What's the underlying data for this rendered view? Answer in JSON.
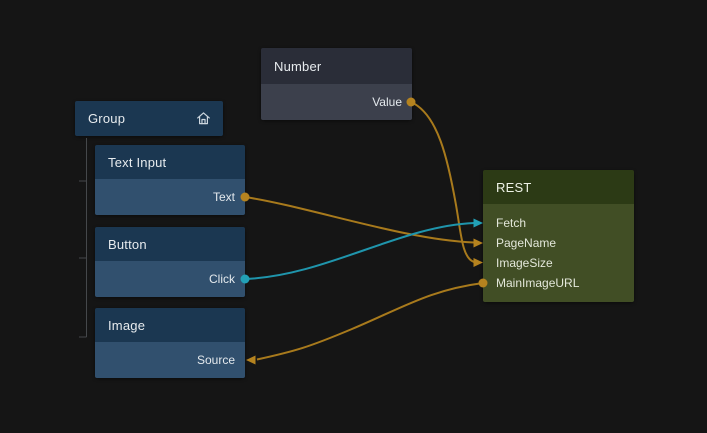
{
  "app": {
    "name": "Node graph canvas",
    "background": "#151515"
  },
  "colors": {
    "wire_orange": "#a87a1c",
    "wire_teal": "#1f95ac",
    "port_orange": "#b5831f",
    "port_teal": "#22a0b6",
    "node_blue_header": "#1b3751",
    "node_blue_body": "#31506e",
    "node_gray_header": "#2a2d38",
    "node_gray_body": "#3c404c",
    "node_green_header": "#2c3a15",
    "node_green_body": "#414e25",
    "hierarchy_line": "#45484b"
  },
  "nodes": {
    "group": {
      "title": "Group",
      "icon": "home-icon"
    },
    "text_input": {
      "title": "Text Input",
      "ports": [
        {
          "label": "Text",
          "direction": "output"
        }
      ]
    },
    "button": {
      "title": "Button",
      "ports": [
        {
          "label": "Click",
          "direction": "output"
        }
      ]
    },
    "image": {
      "title": "Image",
      "ports": [
        {
          "label": "Source",
          "direction": "input"
        }
      ]
    },
    "number": {
      "title": "Number",
      "ports": [
        {
          "label": "Value",
          "direction": "output"
        }
      ]
    },
    "rest": {
      "title": "REST",
      "ports": [
        {
          "label": "Fetch",
          "direction": "input"
        },
        {
          "label": "PageName",
          "direction": "input"
        },
        {
          "label": "ImageSize",
          "direction": "input"
        },
        {
          "label": "MainImageURL",
          "direction": "output"
        }
      ]
    }
  },
  "connections": [
    {
      "from": "Number.Value",
      "to": "REST.ImageSize",
      "color": "#a87a1c"
    },
    {
      "from": "Text Input.Text",
      "to": "REST.PageName",
      "color": "#a87a1c"
    },
    {
      "from": "Button.Click",
      "to": "REST.Fetch",
      "color": "#1f95ac"
    },
    {
      "from": "REST.MainImageURL",
      "to": "Image.Source",
      "color": "#a87a1c"
    }
  ]
}
